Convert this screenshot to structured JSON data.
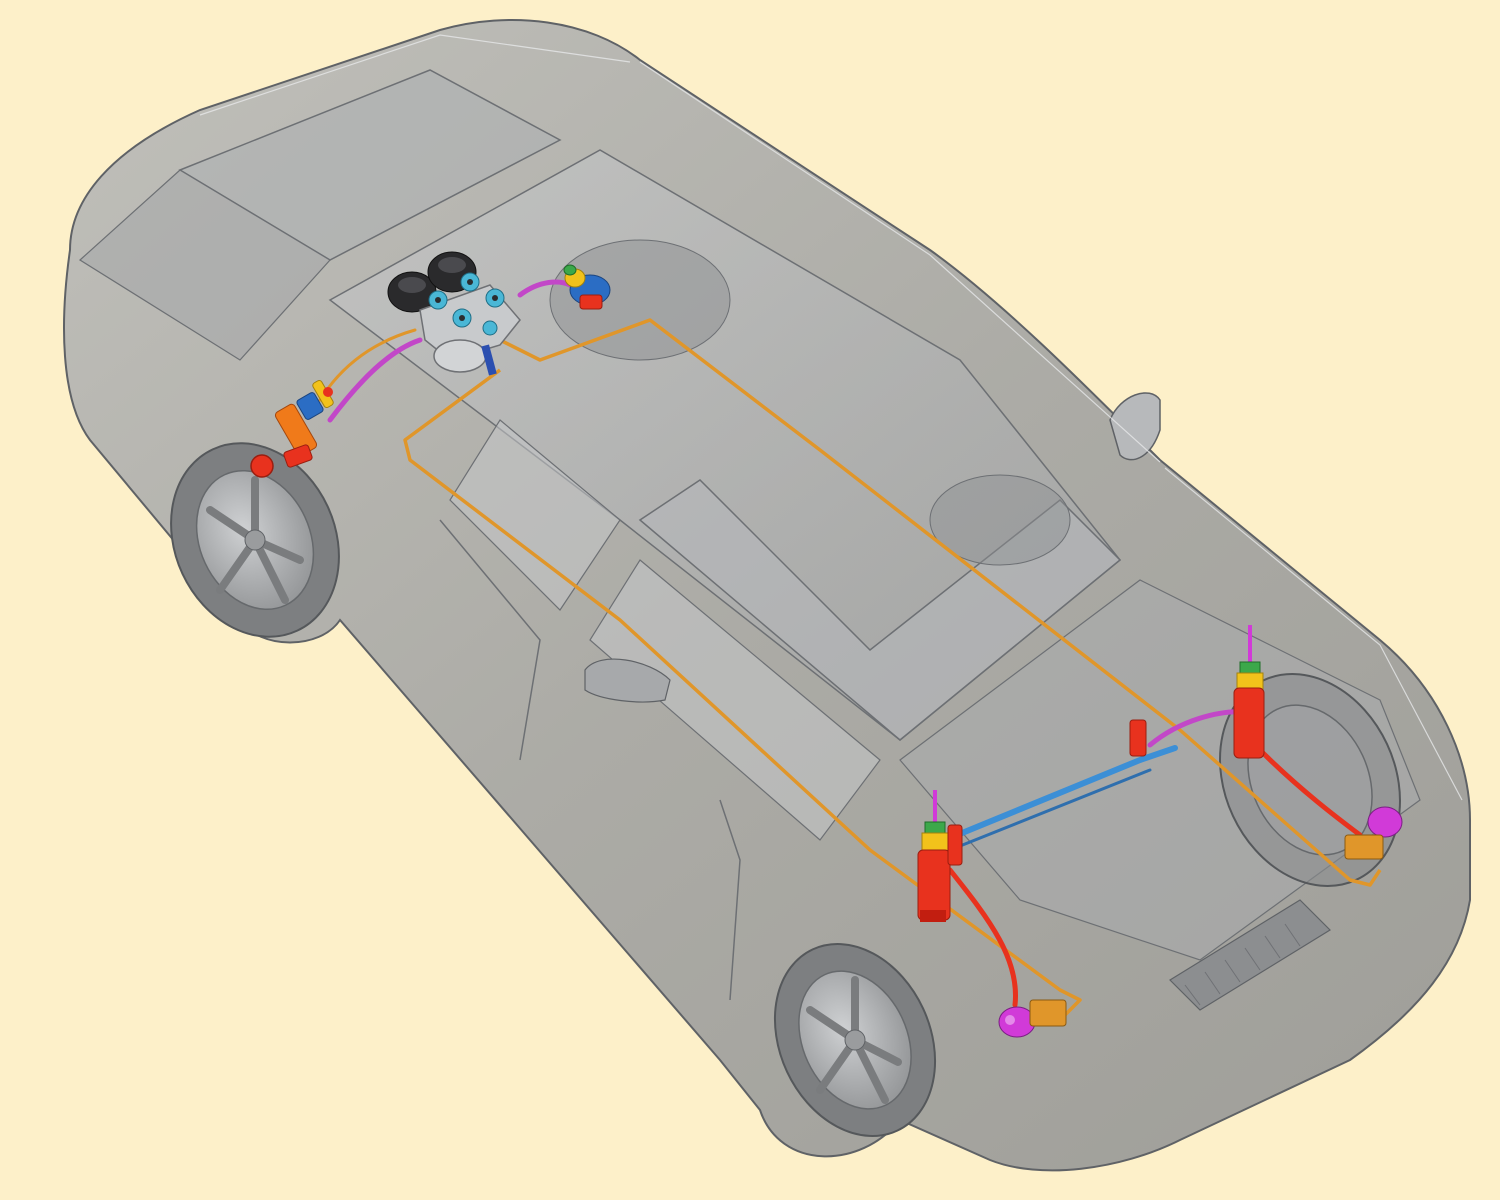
{
  "image": {
    "subject": "transparent-car-suspension-illustration",
    "has_visible_text": false
  },
  "colors": {
    "background": "#fdf0c9",
    "body_fill": "#9ea0a2",
    "body_outline": "#5f6266",
    "tire": "#8a8c8e",
    "rim": "#b9bbbd",
    "air_line": "#e0962a",
    "stabilizer_bar": "#3c8fd6",
    "strut_red": "#e8321e",
    "strut_orange": "#f07a1a",
    "bellows_magenta": "#d13ad8",
    "hose_purple": "#c247c8",
    "valve_block": "#c8cacc",
    "reservoir": "#2a2a2c",
    "fitting_cyan": "#4ab7d6",
    "accumulator_yellow": "#f2c21b",
    "accumulator_green": "#3ca84a"
  },
  "components": [
    {
      "name": "rear-left-strut",
      "color_key": "strut_red"
    },
    {
      "name": "valve-block",
      "color_key": "valve_block"
    },
    {
      "name": "air-reservoir-left",
      "color_key": "reservoir"
    },
    {
      "name": "air-reservoir-right",
      "color_key": "reservoir"
    },
    {
      "name": "compressor",
      "color_key": "valve_block"
    },
    {
      "name": "pressure-accumulator",
      "color_key": "accumulator_yellow"
    },
    {
      "name": "front-left-strut",
      "color_key": "strut_red"
    },
    {
      "name": "front-right-strut",
      "color_key": "strut_red"
    },
    {
      "name": "front-left-brake-unit",
      "color_key": "bellows_magenta"
    },
    {
      "name": "front-right-brake-unit",
      "color_key": "bellows_magenta"
    },
    {
      "name": "front-stabilizer-bar",
      "color_key": "stabilizer_bar"
    },
    {
      "name": "air-line-loop",
      "color_key": "air_line"
    }
  ]
}
